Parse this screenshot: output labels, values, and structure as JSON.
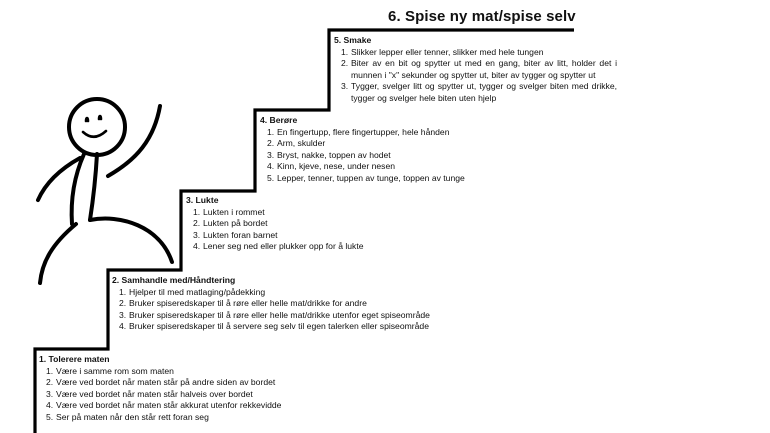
{
  "title": "6. Spise ny mat/spise selv",
  "steps": [
    {
      "heading": "1. Tolerere maten",
      "items": [
        {
          "num": "1.",
          "text": "Være i samme rom som maten"
        },
        {
          "num": "2.",
          "text": "Være ved bordet  når maten står på andre siden av bordet"
        },
        {
          "num": "3.",
          "text": "Være ved bordet når maten står halveis over bordet"
        },
        {
          "num": "4.",
          "text": "Være ved bordet når maten står akkurat utenfor rekkevidde"
        },
        {
          "num": "5.",
          "text": "Ser på maten når den står rett foran seg"
        }
      ]
    },
    {
      "heading": "2. Samhandle med/Håndtering",
      "items": [
        {
          "num": "1.",
          "text": "Hjelper til med matlaging/pådekking"
        },
        {
          "num": "2.",
          "text": "Bruker spiseredskaper til å røre eller helle mat/drikke for andre"
        },
        {
          "num": "3.",
          "text": "Bruker spiseredskaper til å røre eller helle mat/drikke utenfor eget spiseområde"
        },
        {
          "num": "4.",
          "text": "Bruker spiseredskaper til å servere seg selv til egen talerken eller spiseområde"
        }
      ]
    },
    {
      "heading": "3. Lukte",
      "items": [
        {
          "num": "1.",
          "text": "Lukten i rommet"
        },
        {
          "num": "2.",
          "text": "Lukten på bordet"
        },
        {
          "num": "3.",
          "text": "Lukten foran barnet"
        },
        {
          "num": "4.",
          "text": "Lener seg ned eller plukker opp for å lukte"
        }
      ]
    },
    {
      "heading": "4. Berøre",
      "items": [
        {
          "num": "1.",
          "text": "En fingertupp, flere fingertupper, hele hånden"
        },
        {
          "num": "2.",
          "text": "Arm, skulder"
        },
        {
          "num": "3.",
          "text": "Bryst, nakke, toppen av hodet"
        },
        {
          "num": "4.",
          "text": "Kinn, kjeve, nese, under nesen"
        },
        {
          "num": "5.",
          "text": "Lepper, tenner, tuppen av tunge, toppen av tunge"
        }
      ]
    },
    {
      "heading": "5. Smake",
      "items": [
        {
          "num": "1.",
          "text": "Slikker lepper eller tenner, slikker med hele tungen"
        },
        {
          "num": "2.",
          "text": "Biter av en bit og spytter ut med en gang, biter av litt, holder det i munnen i \"x\" sekunder og spytter ut, biter av tygger og spytter ut"
        },
        {
          "num": "3.",
          "text": "Tygger, svelger litt og spytter ut, tygger og svelger biten med drikke, tygger og svelger hele biten uten hjelp"
        }
      ]
    }
  ]
}
